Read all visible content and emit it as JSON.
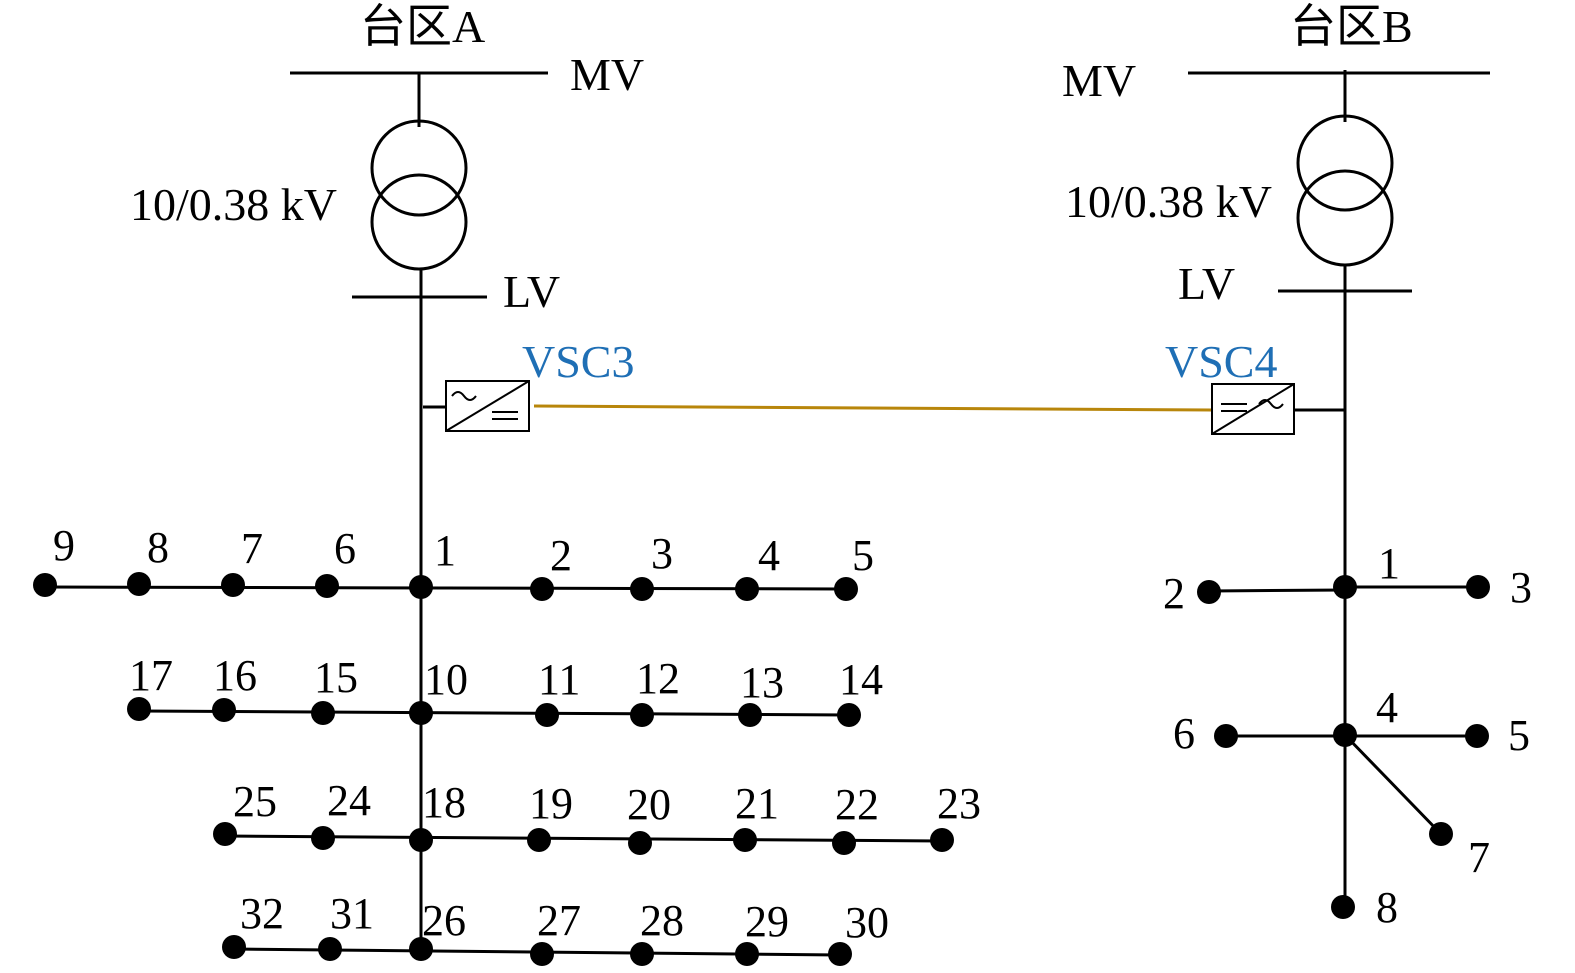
{
  "colors": {
    "line": "#000000",
    "vsc_label": "#1f6fb5",
    "dc_link": "#b8860b"
  },
  "areaA": {
    "title": "台区A",
    "mv_label": "MV",
    "lv_label": "LV",
    "transformer_rating": "10/0.38 kV",
    "vsc_label": "VSC3",
    "nodes": [
      "1",
      "2",
      "3",
      "4",
      "5",
      "6",
      "7",
      "8",
      "9",
      "10",
      "11",
      "12",
      "13",
      "14",
      "15",
      "16",
      "17",
      "18",
      "19",
      "20",
      "21",
      "22",
      "23",
      "24",
      "25",
      "26",
      "27",
      "28",
      "29",
      "30",
      "31",
      "32"
    ]
  },
  "areaB": {
    "title": "台区B",
    "mv_label": "MV",
    "lv_label": "LV",
    "transformer_rating": "10/0.38 kV",
    "vsc_label": "VSC4",
    "nodes": [
      "1",
      "2",
      "3",
      "4",
      "5",
      "6",
      "7",
      "8"
    ]
  }
}
